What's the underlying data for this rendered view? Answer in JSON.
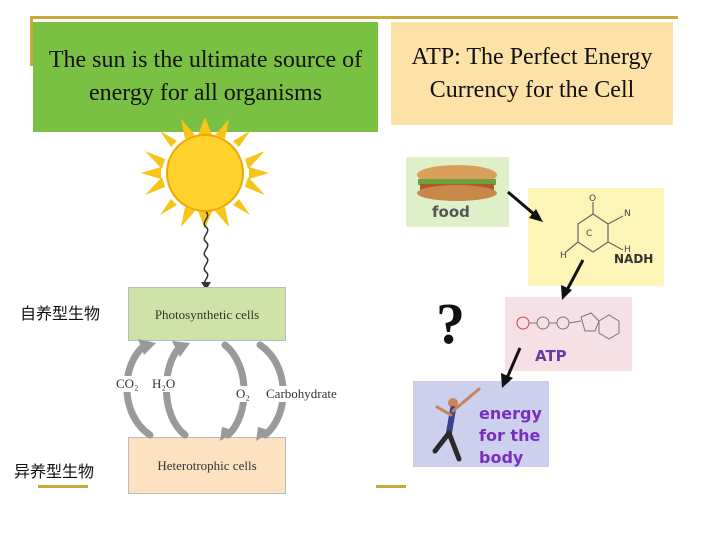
{
  "titles": {
    "left": "The sun is the ultimate source of energy for all organisms",
    "right": "ATP:  The Perfect Energy Currency for the Cell"
  },
  "labels": {
    "autotroph": "自养型生物",
    "heterotroph": "异养型生物"
  },
  "diagram": {
    "photo_cells": "Photosynthetic cells",
    "hetero_cells": "Heterotrophic cells",
    "co2": "CO₂",
    "h2o": "H₂O",
    "o2": "O₂",
    "carbohydrate": "Carbohydrate"
  },
  "energy_chain": {
    "food": "food",
    "nadh": "NADH",
    "atp": "ATP",
    "question": "?",
    "energy_line1": "energy",
    "energy_line2": "for the",
    "energy_line3": "body"
  },
  "colors": {
    "green_title": "#7ac143",
    "peach_title": "#fde2a8",
    "gold_accent": "#c8a93a",
    "photo_box": "#cfe3a8",
    "hetero_box": "#fde2c2"
  }
}
